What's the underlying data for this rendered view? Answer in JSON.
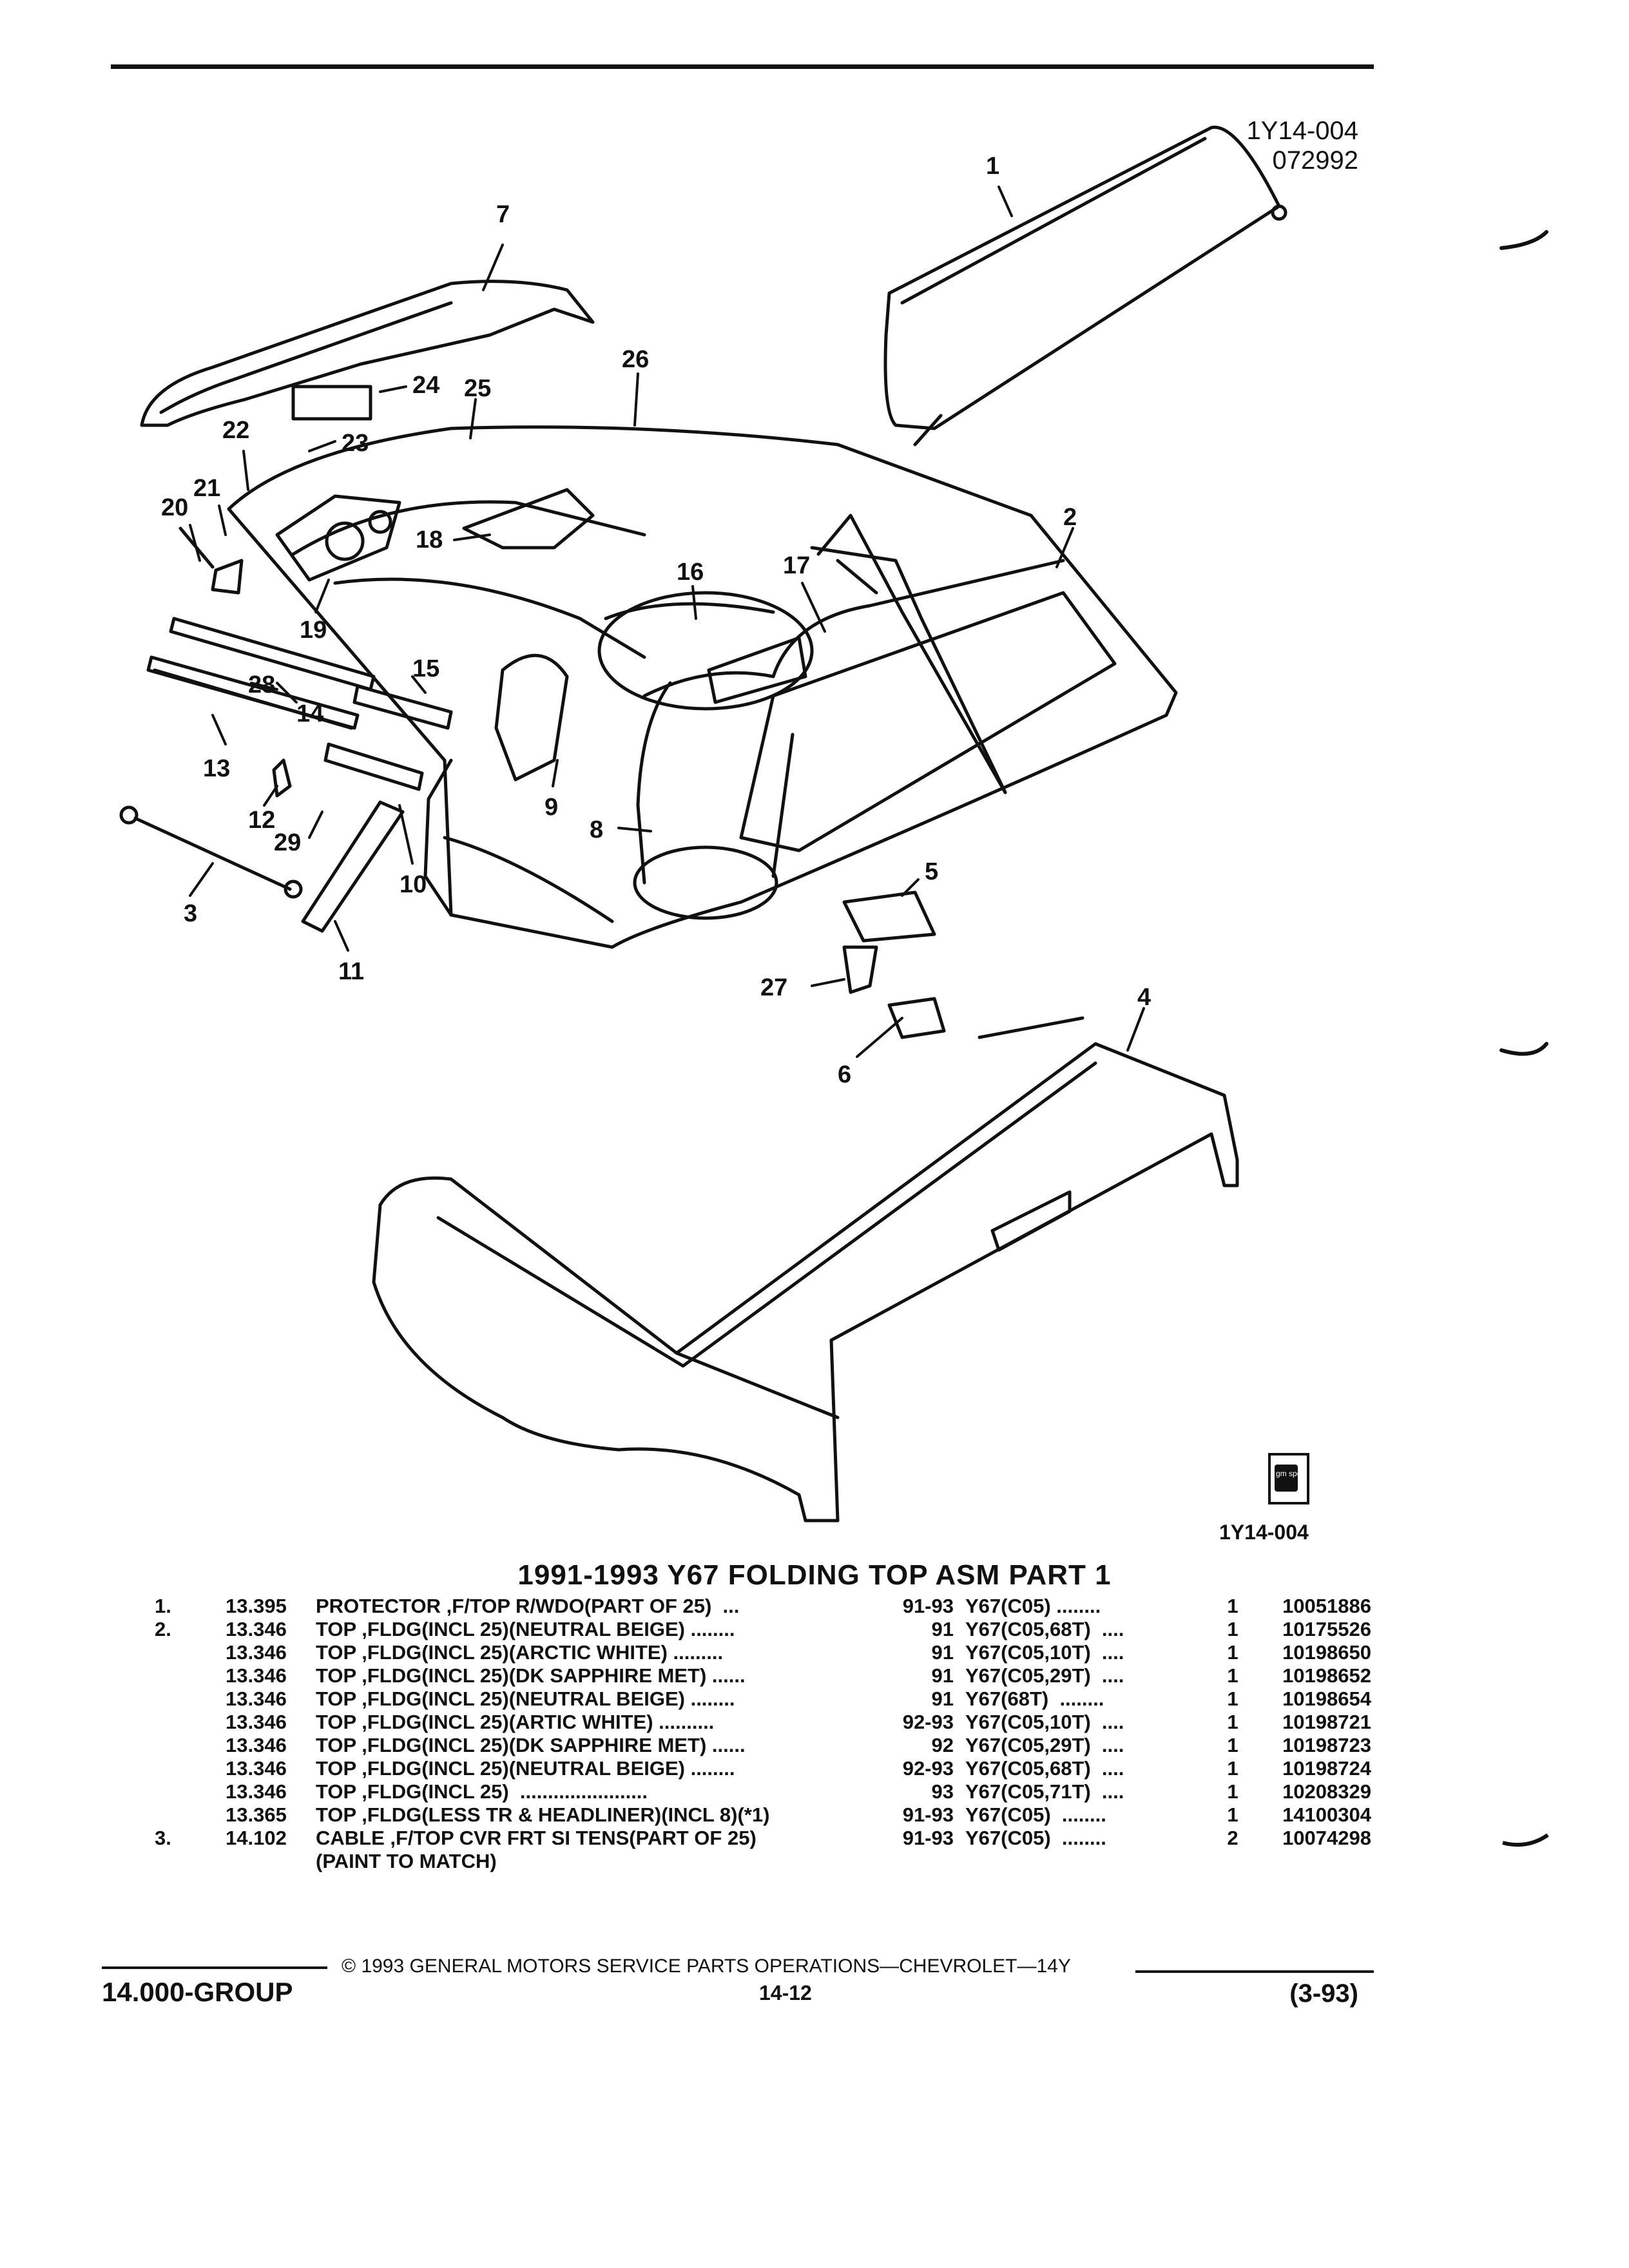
{
  "header": {
    "illustration_code": "1Y14-004",
    "illustration_date": "072992"
  },
  "figure_code": "1Y14-004",
  "logo_text": "gm spo",
  "callouts": [
    "1",
    "2",
    "3",
    "4",
    "5",
    "6",
    "7",
    "8",
    "9",
    "10",
    "11",
    "12",
    "13",
    "14",
    "15",
    "16",
    "17",
    "18",
    "19",
    "20",
    "21",
    "22",
    "23",
    "24",
    "25",
    "26",
    "27",
    "28",
    "29"
  ],
  "title": "1991-1993 Y67 FOLDING TOP ASM PART 1",
  "parts": [
    {
      "num": "1.",
      "ref": "13.395",
      "desc": "PROTECTOR ,F/TOP R/WDO(PART OF 25)  ...",
      "years": "91-93",
      "model": "Y67(C05) ........",
      "qty": "1",
      "part": "10051886"
    },
    {
      "num": "2.",
      "ref": "13.346",
      "desc": "TOP ,FLDG(INCL 25)(NEUTRAL BEIGE) ........",
      "years": "91",
      "model": "Y67(C05,68T)  ....",
      "qty": "1",
      "part": "10175526"
    },
    {
      "num": "",
      "ref": "13.346",
      "desc": "TOP ,FLDG(INCL 25)(ARCTIC WHITE) .........",
      "years": "91",
      "model": "Y67(C05,10T)  ....",
      "qty": "1",
      "part": "10198650"
    },
    {
      "num": "",
      "ref": "13.346",
      "desc": "TOP ,FLDG(INCL 25)(DK SAPPHIRE MET) ......",
      "years": "91",
      "model": "Y67(C05,29T)  ....",
      "qty": "1",
      "part": "10198652"
    },
    {
      "num": "",
      "ref": "13.346",
      "desc": "TOP ,FLDG(INCL 25)(NEUTRAL BEIGE) ........",
      "years": "91",
      "model": "Y67(68T)  ........",
      "qty": "1",
      "part": "10198654"
    },
    {
      "num": "",
      "ref": "13.346",
      "desc": "TOP ,FLDG(INCL 25)(ARTIC WHITE) ..........",
      "years": "92-93",
      "model": "Y67(C05,10T)  ....",
      "qty": "1",
      "part": "10198721"
    },
    {
      "num": "",
      "ref": "13.346",
      "desc": "TOP ,FLDG(INCL 25)(DK SAPPHIRE MET) ......",
      "years": "92",
      "model": "Y67(C05,29T)  ....",
      "qty": "1",
      "part": "10198723"
    },
    {
      "num": "",
      "ref": "13.346",
      "desc": "TOP ,FLDG(INCL 25)(NEUTRAL BEIGE) ........",
      "years": "92-93",
      "model": "Y67(C05,68T)  ....",
      "qty": "1",
      "part": "10198724"
    },
    {
      "num": "",
      "ref": "13.346",
      "desc": "TOP ,FLDG(INCL 25)  .......................",
      "years": "93",
      "model": "Y67(C05,71T)  ....",
      "qty": "1",
      "part": "10208329"
    },
    {
      "num": "",
      "ref": "13.365",
      "desc": "TOP ,FLDG(LESS TR & HEADLINER)(INCL 8)(*1)",
      "years": "91-93",
      "model": "Y67(C05)  ........",
      "qty": "1",
      "part": "14100304"
    },
    {
      "num": "3.",
      "ref": "14.102",
      "desc": "CABLE ,F/TOP CVR FRT SI TENS(PART OF 25)",
      "years": "91-93",
      "model": "Y67(C05)  ........",
      "qty": "2",
      "part": "10074298"
    },
    {
      "num": "",
      "ref": "",
      "desc": "(PAINT TO MATCH)",
      "years": "",
      "model": "",
      "qty": "",
      "part": ""
    }
  ],
  "footer": {
    "copyright": "© 1993  GENERAL MOTORS SERVICE PARTS OPERATIONS—CHEVROLET—14Y",
    "group": "14.000-GROUP",
    "page": "14-12",
    "date": "(3-93)"
  }
}
